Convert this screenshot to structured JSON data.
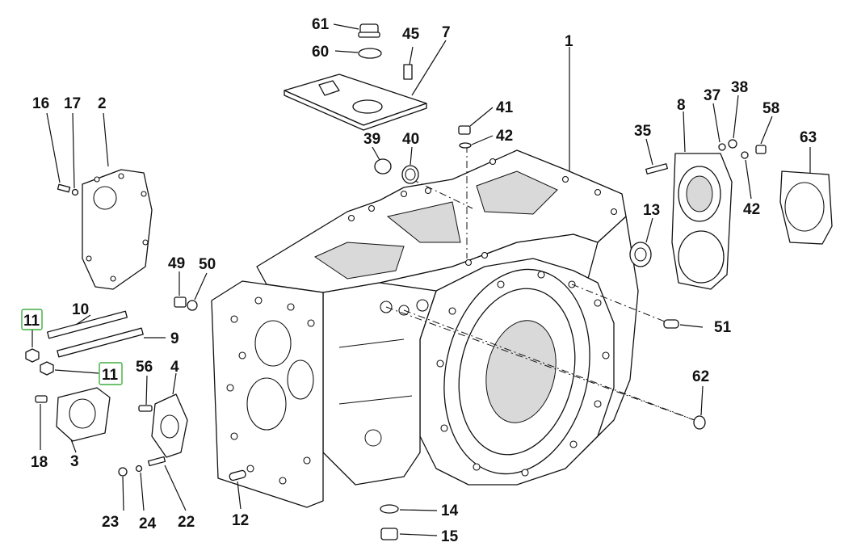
{
  "diagram": {
    "title": "Gearbox housing exploded parts diagram",
    "highlight_color": "#3fae3f",
    "callouts": [
      {
        "id": "c1",
        "label": "1"
      },
      {
        "id": "c2",
        "label": "2"
      },
      {
        "id": "c3",
        "label": "3"
      },
      {
        "id": "c4",
        "label": "4"
      },
      {
        "id": "c7",
        "label": "7"
      },
      {
        "id": "c8",
        "label": "8"
      },
      {
        "id": "c9",
        "label": "9"
      },
      {
        "id": "c10",
        "label": "10"
      },
      {
        "id": "c11a",
        "label": "11"
      },
      {
        "id": "c11b",
        "label": "11"
      },
      {
        "id": "c12",
        "label": "12"
      },
      {
        "id": "c13",
        "label": "13"
      },
      {
        "id": "c14",
        "label": "14"
      },
      {
        "id": "c15",
        "label": "15"
      },
      {
        "id": "c16",
        "label": "16"
      },
      {
        "id": "c17",
        "label": "17"
      },
      {
        "id": "c18",
        "label": "18"
      },
      {
        "id": "c22",
        "label": "22"
      },
      {
        "id": "c23",
        "label": "23"
      },
      {
        "id": "c24",
        "label": "24"
      },
      {
        "id": "c35",
        "label": "35"
      },
      {
        "id": "c37",
        "label": "37"
      },
      {
        "id": "c38",
        "label": "38"
      },
      {
        "id": "c39",
        "label": "39"
      },
      {
        "id": "c40",
        "label": "40"
      },
      {
        "id": "c41",
        "label": "41"
      },
      {
        "id": "c42a",
        "label": "42"
      },
      {
        "id": "c42b",
        "label": "42"
      },
      {
        "id": "c45",
        "label": "45"
      },
      {
        "id": "c49",
        "label": "49"
      },
      {
        "id": "c50",
        "label": "50"
      },
      {
        "id": "c51",
        "label": "51"
      },
      {
        "id": "c56",
        "label": "56"
      },
      {
        "id": "c58",
        "label": "58"
      },
      {
        "id": "c60",
        "label": "60"
      },
      {
        "id": "c61",
        "label": "61"
      },
      {
        "id": "c62",
        "label": "62"
      },
      {
        "id": "c63",
        "label": "63"
      }
    ]
  }
}
